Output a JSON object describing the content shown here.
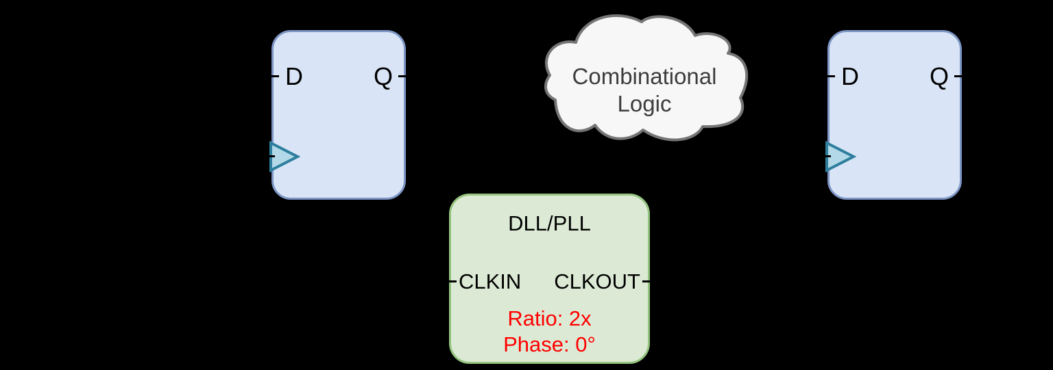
{
  "diagram": {
    "background_color": "#000000",
    "description_visible_elements": "two D-Q flip-flop blocks, a combinational logic cloud, and a DLL/PLL clock block"
  },
  "flipflops": {
    "left": {
      "d_label": "D",
      "q_label": "Q"
    },
    "right": {
      "d_label": "D",
      "q_label": "Q"
    }
  },
  "cloud": {
    "label_line1": "Combinational",
    "label_line2": "Logic"
  },
  "dll": {
    "title": "DLL/PLL",
    "clkin_label": "CLKIN",
    "clkout_label": "CLKOUT",
    "ratio_label": "Ratio: 2x",
    "phase_label": "Phase: 0°"
  },
  "colors": {
    "flipflop_fill": "#d9e5f6",
    "flipflop_border": "#7e96c6",
    "clock_triangle_fill": "#b3d9e9",
    "clock_triangle_stroke": "#2e7e9d",
    "cloud_fill": "#f7f7f7",
    "cloud_stroke": "#757575",
    "cloud_text": "#3d3d3d",
    "dll_fill": "#dcead5",
    "dll_border": "#94c47e",
    "dll_annotation_text": "#ff0000",
    "label_text": "#000000",
    "background": "#000000"
  }
}
